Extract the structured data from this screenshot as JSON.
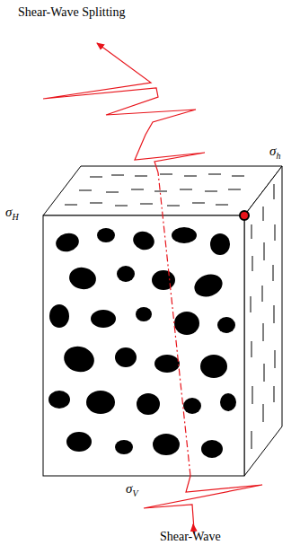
{
  "diagram": {
    "labels": [
      "Shear-Wave Splitting",
      "σH",
      "σh",
      "σV",
      "Shear-Wave"
    ]
  }
}
